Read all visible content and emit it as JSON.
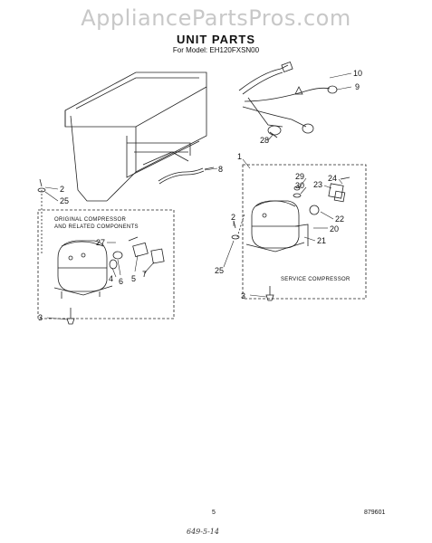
{
  "watermark": "AppliancePartsPros.com",
  "header": {
    "title": "UNIT PARTS",
    "model_line": "For Model: EH120FXSN00"
  },
  "callouts": {
    "c1": "1",
    "c2a": "2",
    "c2b": "2",
    "c3a": "3",
    "c3b": "3",
    "c4": "4",
    "c5": "5",
    "c6": "6",
    "c7": "7",
    "c8": "8",
    "c9": "9",
    "c10": "10",
    "c20": "20",
    "c21": "21",
    "c22": "22",
    "c23": "23",
    "c24": "24",
    "c25a": "25",
    "c25b": "25",
    "c27": "27",
    "c28": "28",
    "c29": "29",
    "c30": "30"
  },
  "labels": {
    "original_line1": "ORIGINAL COMPRESSOR",
    "original_line2": "AND RELATED COMPONENTS",
    "service": "SERVICE COMPRESSOR"
  },
  "footer": {
    "page": "5",
    "code": "879601",
    "handwritten": "649-5-14"
  }
}
